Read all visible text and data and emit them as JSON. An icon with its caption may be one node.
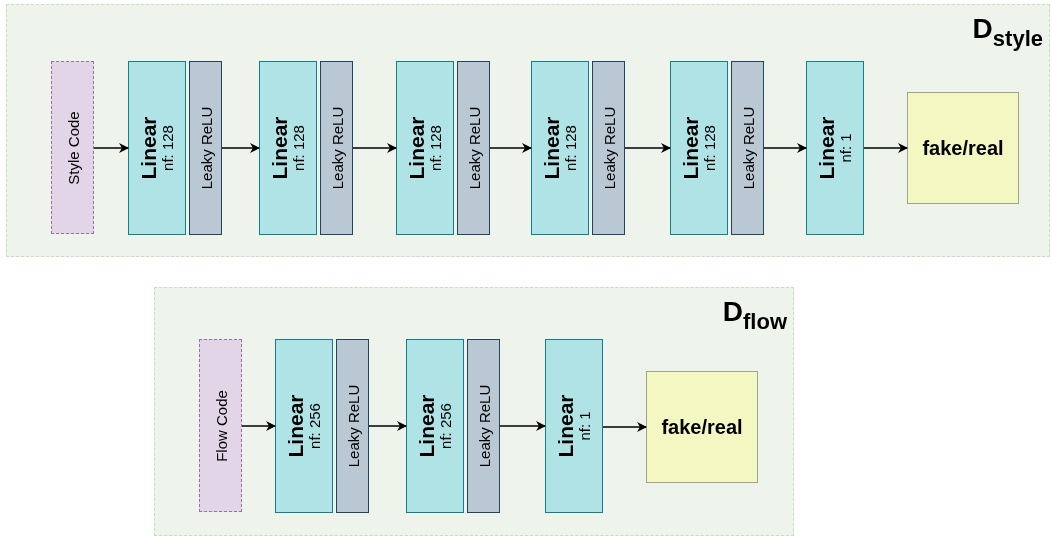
{
  "diagram": {
    "nodes": [
      {
        "text": [
          "D$_{style}$"
        ]
      },
      {
        "text": [
          "Style Code"
        ],
        "in": 0
      },
      {
        "text": [
          "Linear",
          "nf: 128"
        ],
        "in": 0
      },
      {
        "text": [
          "Leaky ReLU"
        ],
        "in": 0
      },
      {
        "text": [
          "Linear",
          "nf: 128"
        ],
        "in": 0
      },
      {
        "text": [
          "Leaky ReLU"
        ],
        "in": 0
      },
      {
        "text": [
          "Linear",
          "nf: 128"
        ],
        "in": 0
      },
      {
        "text": [
          "Leaky ReLU"
        ],
        "in": 0
      },
      {
        "text": [
          "Linear",
          "nf: 128"
        ],
        "in": 0
      },
      {
        "text": [
          "Leaky ReLU"
        ],
        "in": 0
      },
      {
        "text": [
          "Linear",
          "nf: 128"
        ],
        "in": 0
      },
      {
        "text": [
          "Leaky ReLU"
        ],
        "in": 0
      },
      {
        "text": [
          "Linear",
          "nf: 1"
        ],
        "in": 0
      },
      {
        "text": [
          "fake/real"
        ],
        "in": 0
      },
      {
        "text": [
          "D$_{flow}$"
        ]
      },
      {
        "text": [
          "Flow Code"
        ],
        "in": 14
      },
      {
        "text": [
          "Linear",
          "nf: 256"
        ],
        "in": 14
      },
      {
        "text": [
          "Leaky ReLU"
        ],
        "in": 14
      },
      {
        "text": [
          "Linear",
          "nf: 256"
        ],
        "in": 14
      },
      {
        "text": [
          "Leaky ReLU"
        ],
        "in": 14
      },
      {
        "text": [
          "Linear",
          "nf: 1"
        ],
        "in": 14
      },
      {
        "text": [
          "fake/real"
        ],
        "in": 14
      }
    ],
    "edges": [
      {
        "from": 1,
        "to": 2,
        "arrow": "to"
      },
      {
        "from": 3,
        "to": 4,
        "arrow": "to"
      },
      {
        "from": 5,
        "to": 6,
        "arrow": "to"
      },
      {
        "from": 7,
        "to": 8,
        "arrow": "to"
      },
      {
        "from": 9,
        "to": 10,
        "arrow": "to"
      },
      {
        "from": 11,
        "to": 12,
        "arrow": "to"
      },
      {
        "from": 12,
        "to": 13,
        "arrow": "to"
      },
      {
        "from": 15,
        "to": 16,
        "arrow": "to"
      },
      {
        "from": 17,
        "to": 18,
        "arrow": "to"
      },
      {
        "from": 19,
        "to": 20,
        "arrow": "to"
      },
      {
        "from": 20,
        "to": 21,
        "arrow": "to"
      }
    ]
  }
}
